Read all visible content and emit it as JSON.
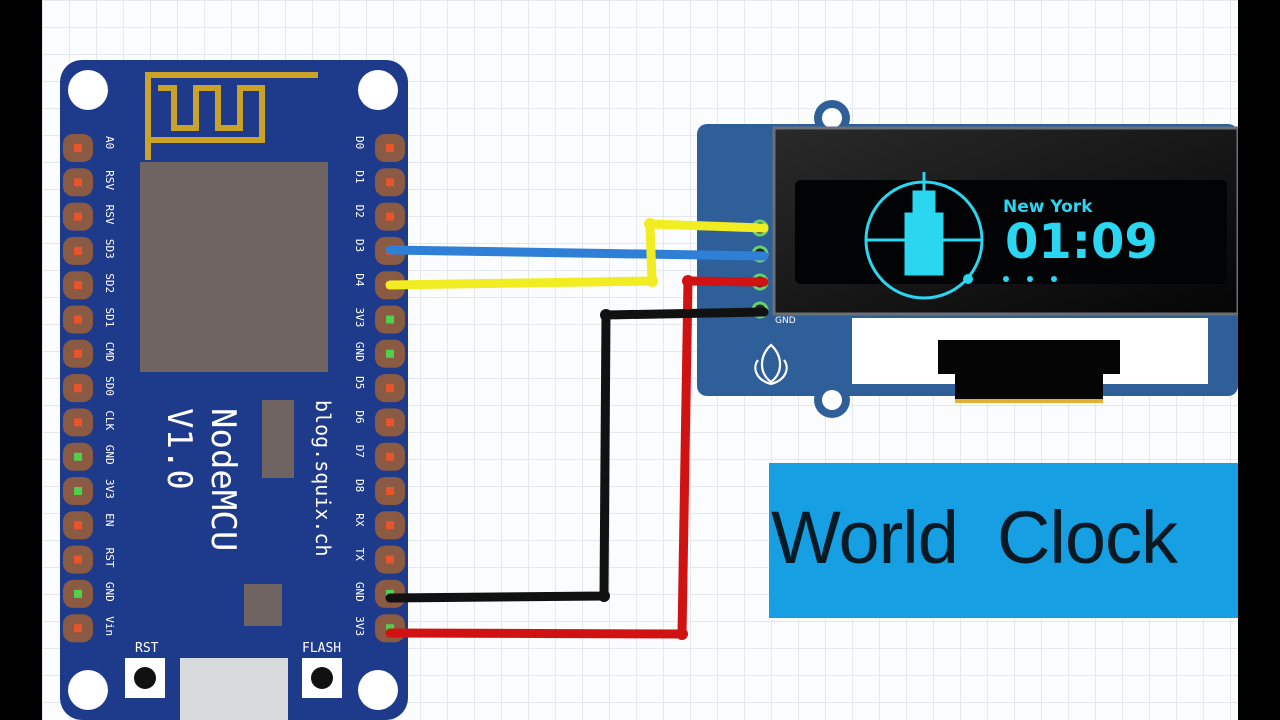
{
  "board": {
    "name": "NodeMCU",
    "version": "V1.0",
    "url": "blog.squix.ch",
    "left_pins": [
      "A0",
      "RSV",
      "RSV",
      "SD3",
      "SD2",
      "SD1",
      "CMD",
      "SD0",
      "CLK",
      "GND",
      "3V3",
      "EN",
      "RST",
      "GND",
      "Vin"
    ],
    "right_pins": [
      "D0",
      "D1",
      "D2",
      "D3",
      "D4",
      "3V3",
      "GND",
      "D5",
      "D6",
      "D7",
      "D8",
      "RX",
      "TX",
      "GND",
      "3V3"
    ],
    "rst_label": "RST",
    "flash_label": "FLASH"
  },
  "display": {
    "city": "New York",
    "time": "01:09",
    "gnd_label": "GND"
  },
  "title": "World  Clock",
  "colors": {
    "pcb_blue": "#1e3a8a",
    "wire_blue": "#2f7fd6",
    "wire_yellow": "#f2ec22",
    "wire_red": "#d11212",
    "wire_black": "#111111",
    "oled_text": "#2ad6f0",
    "title_box": "#169fe3"
  }
}
